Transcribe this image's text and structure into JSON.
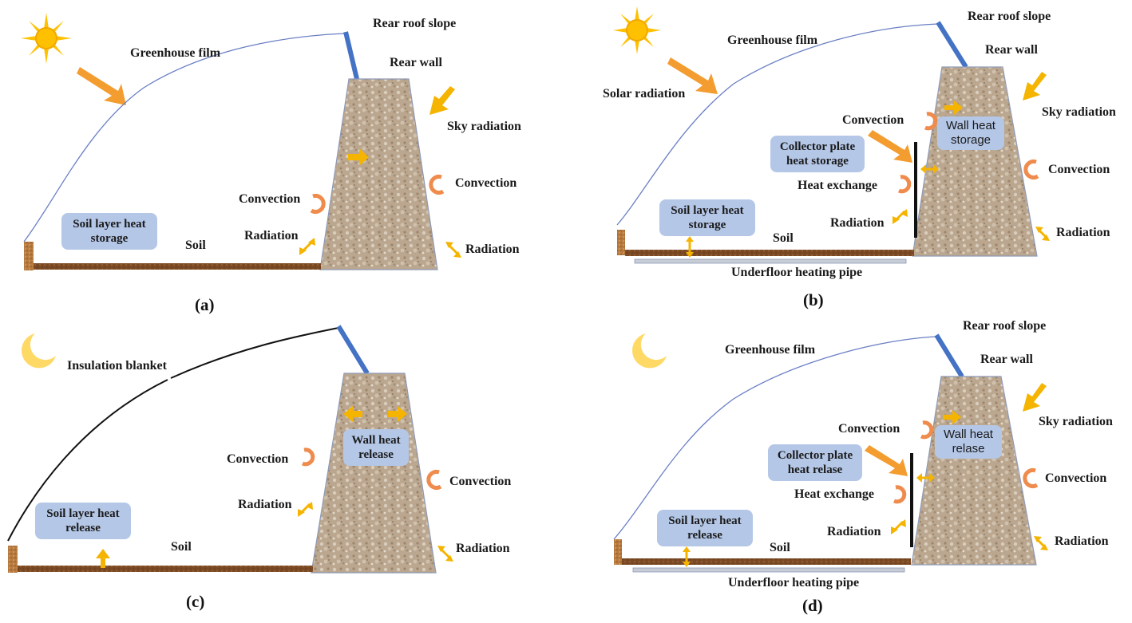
{
  "colors": {
    "film": "#6a7fc4",
    "blanket": "#111111",
    "roof": "#4472c4",
    "soil": "#7b4a24",
    "wall_fill": "#bba78f",
    "arrow": "#f5b400",
    "sun_arrow": "#f39c2f",
    "convection": "#ef8b4c",
    "box": "#b4c7e7",
    "pipe": "#c8ccd4",
    "moon": "#ffd966",
    "sun": "#ffc000"
  },
  "panels": {
    "a": {
      "letter": "(a)",
      "rear_roof_slope": "Rear roof slope",
      "greenhouse_film": "Greenhouse film",
      "rear_wall": "Rear wall",
      "sky_radiation": "Sky radiation",
      "convection_right": "Convection",
      "convection_left": "Convection",
      "radiation_left": "Radiation",
      "radiation_right": "Radiation",
      "soil": "Soil",
      "soil_box": "Soil layer heat storage"
    },
    "b": {
      "letter": "(b)",
      "rear_roof_slope": "Rear roof slope",
      "greenhouse_film": "Greenhouse film",
      "rear_wall": "Rear wall",
      "solar_radiation": "Solar radiation",
      "sky_radiation": "Sky radiation",
      "convection_top": "Convection",
      "convection_right": "Convection",
      "wall_box": "Wall heat storage",
      "collector_box": "Collector plate heat storage",
      "heat_exchange": "Heat exchange",
      "radiation_left": "Radiation",
      "radiation_right": "Radiation",
      "soil_box": "Soil layer heat storage",
      "soil": "Soil",
      "underfloor": "Underfloor heating pipe"
    },
    "c": {
      "letter": "(c)",
      "insulation_blanket": "Insulation blanket",
      "convection_left": "Convection",
      "convection_right": "Convection",
      "wall_box": "Wall heat release",
      "radiation_left": "Radiation",
      "radiation_right": "Radiation",
      "soil_box": "Soil layer heat release",
      "soil": "Soil"
    },
    "d": {
      "letter": "(d)",
      "rear_roof_slope": "Rear roof slope",
      "greenhouse_film": "Greenhouse film",
      "rear_wall": "Rear wall",
      "sky_radiation": "Sky radiation",
      "convection_top": "Convection",
      "convection_right": "Convection",
      "wall_box": "Wall heat relase",
      "collector_box": "Collector plate heat relase",
      "heat_exchange": "Heat exchange",
      "radiation_left": "Radiation",
      "radiation_right": "Radiation",
      "soil_box": "Soil layer heat release",
      "soil": "Soil",
      "underfloor": "Underfloor heating pipe"
    }
  }
}
